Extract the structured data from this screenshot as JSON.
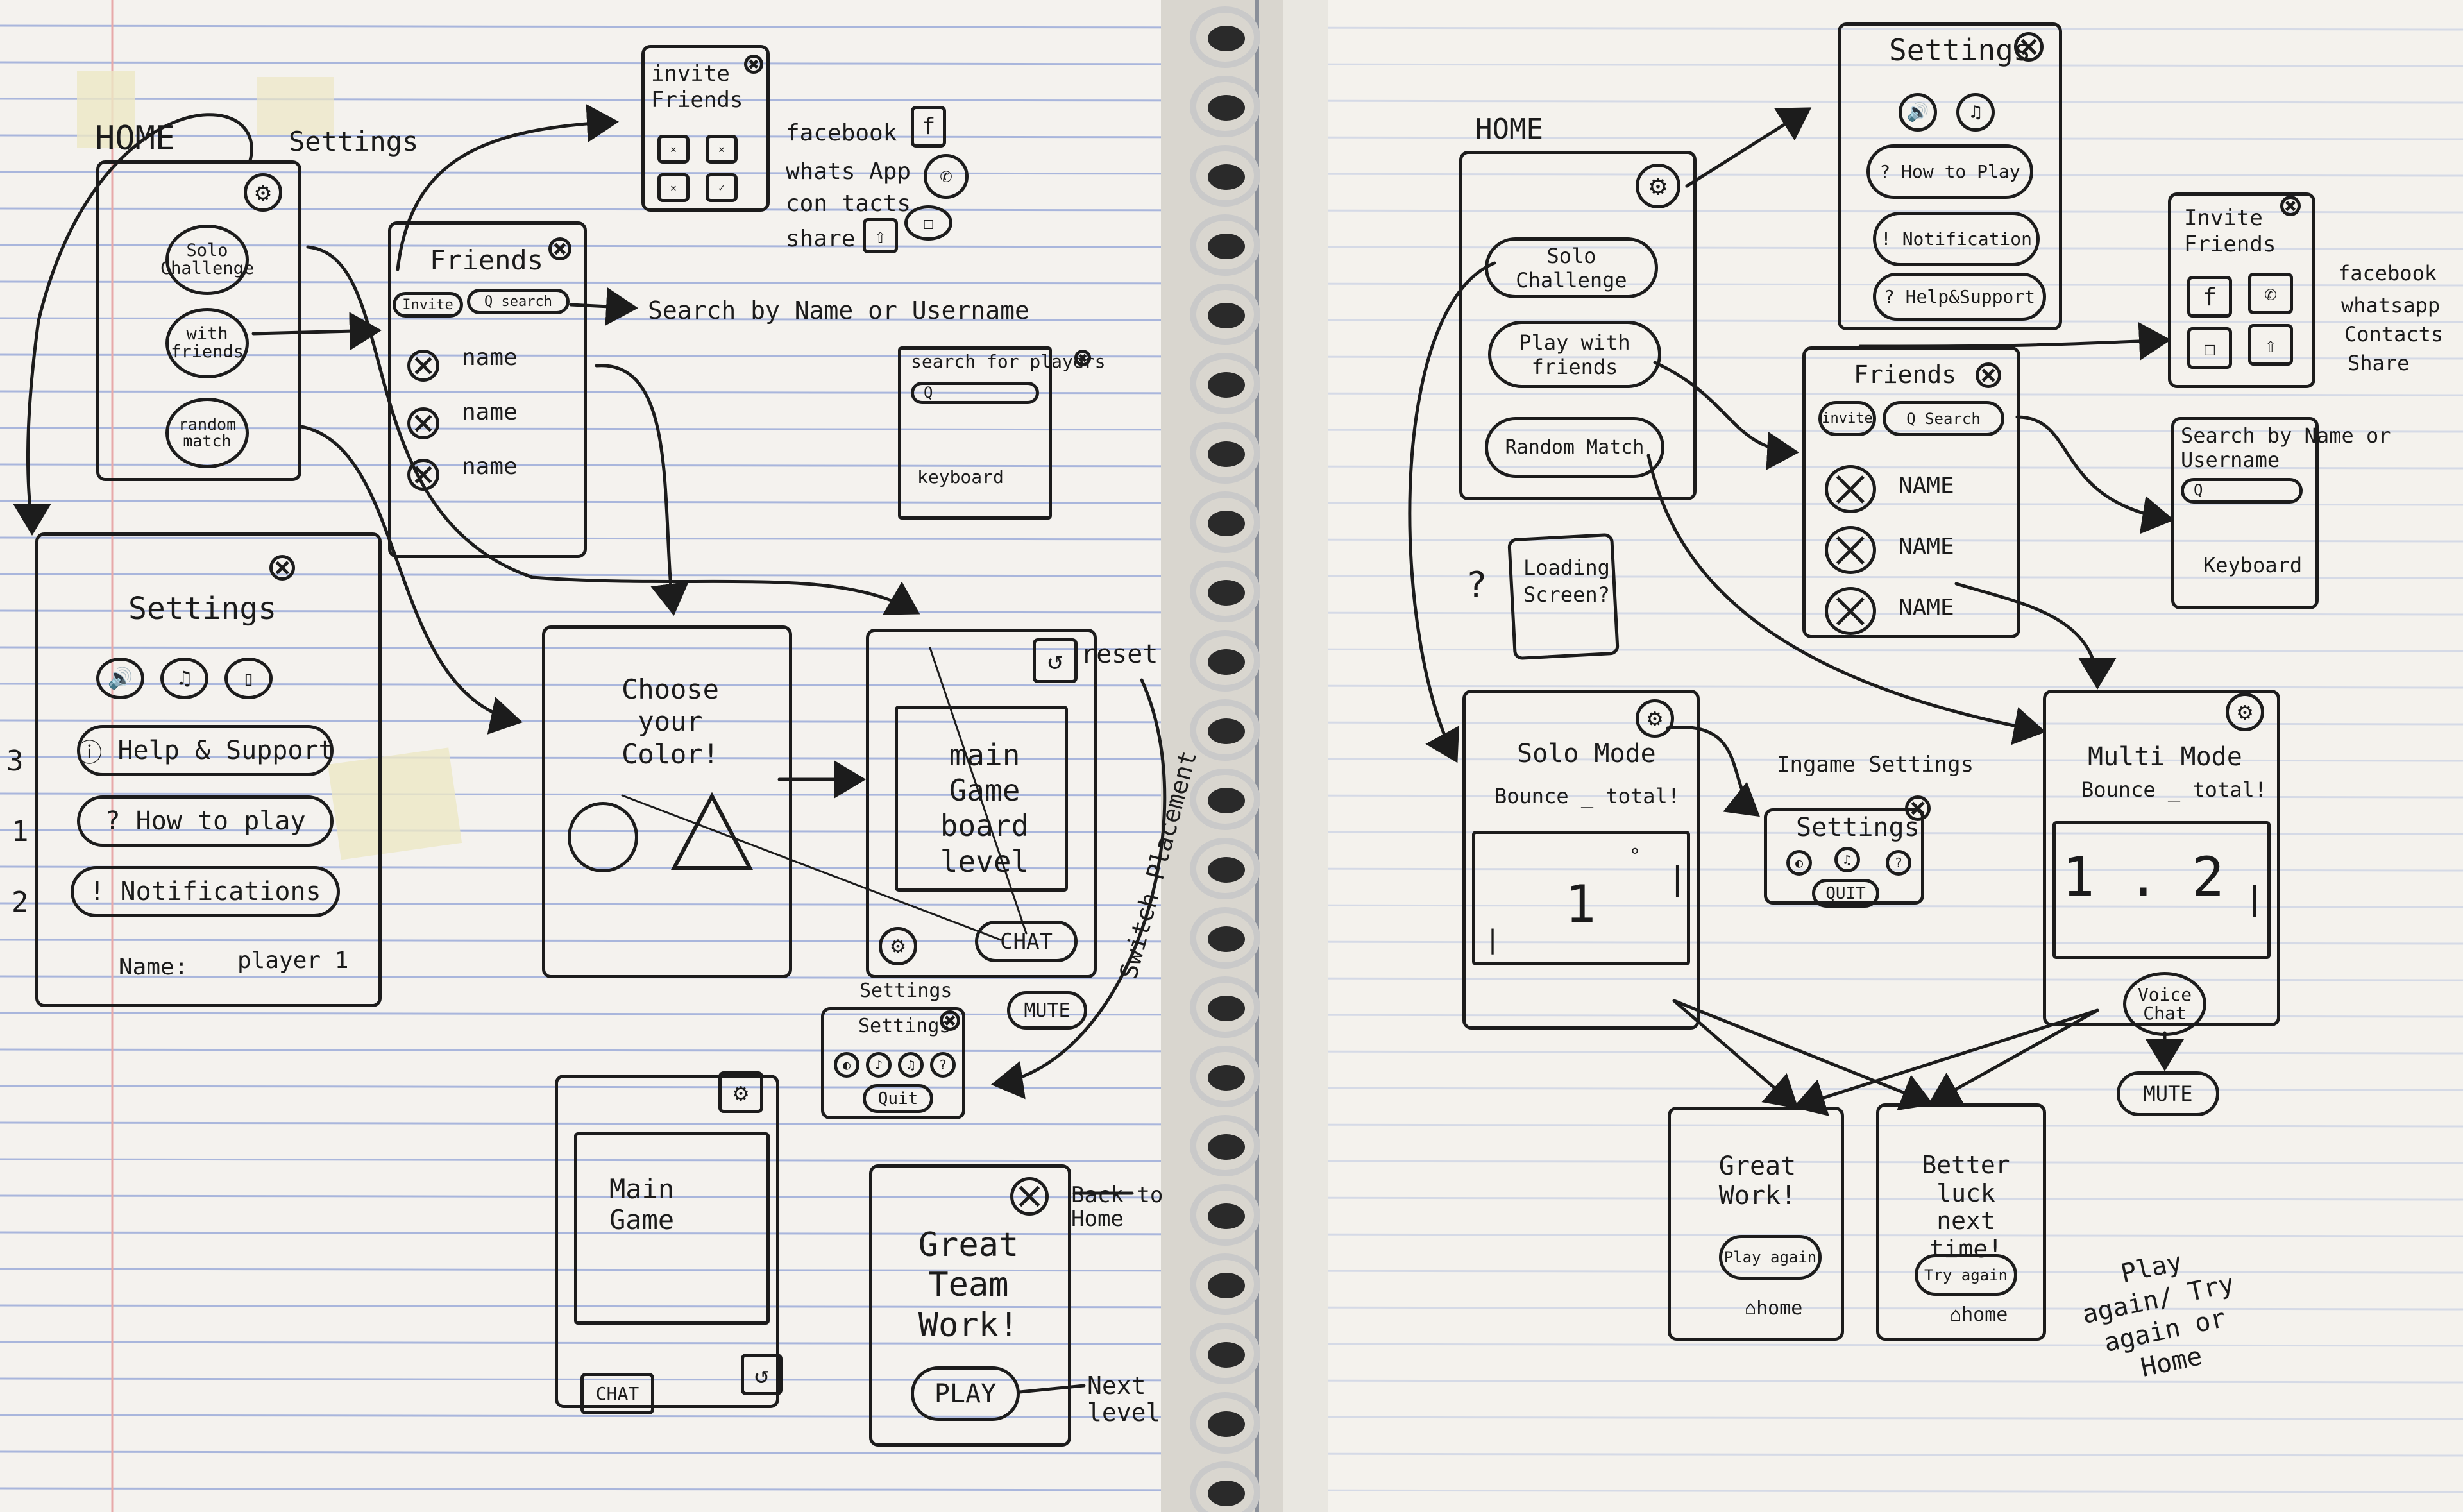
{
  "colors": {
    "paper": "#f4f2ee",
    "rule": "#a9b6dc",
    "margin": "#e7a9a9",
    "ink": "#1c1c1c",
    "tape": "#ece7c4",
    "spiral": "#c9c9c9"
  },
  "left": {
    "home": {
      "title": "HOME",
      "settings_label": "Settings",
      "solo": "Solo Challenge",
      "friends": "with friends",
      "random": "random match"
    },
    "invite": {
      "title": "invite Friends",
      "facebook": "facebook",
      "whatsapp": "whats App",
      "contacts": "con tacts",
      "share": "share"
    },
    "friends": {
      "title": "Friends",
      "invite_tab": "Invite",
      "search_tab": "Q search",
      "search_note": "Search by Name or Username",
      "rows": [
        "name",
        "name",
        "name"
      ]
    },
    "search_sketch": {
      "label": "search for players",
      "field": "Q",
      "keyboard": "keyboard"
    },
    "settings": {
      "title": "Settings",
      "help": "Help & Support",
      "how_to": "How to play",
      "notifications": "Notifications",
      "name_label": "Name:",
      "name_value": "player 1",
      "num_3": "3",
      "num_1": "1",
      "num_2": "2"
    },
    "choose": {
      "text": "Choose your Color!"
    },
    "game": {
      "board": "main Game board level",
      "reset": "reset",
      "chat": "CHAT",
      "mute": "MUTE",
      "switch": "Switch Placement",
      "settings_label": "Settings",
      "popup_title": "Settings",
      "quit": "Quit"
    },
    "main2": {
      "board": "Main Game",
      "chat": "CHAT"
    },
    "great": {
      "text": "Great Team Work!",
      "play": "PLAY",
      "back_home": "Back to Home",
      "next_level": "Next level"
    }
  },
  "right": {
    "home": {
      "title": "HOME",
      "solo": "Solo Challenge",
      "play": "Play with friends",
      "random": "Random Match"
    },
    "settings": {
      "title": "Settings",
      "how_to": "How to Play",
      "notification": "Notification",
      "help": "Help&Support"
    },
    "invite": {
      "title": "Invite Friends",
      "facebook": "facebook",
      "whatsapp": "whatsapp",
      "contacts": "Contacts",
      "share": "Share"
    },
    "friends": {
      "title": "Friends",
      "invite_tab": "invite",
      "search_tab": "Q Search",
      "rows": [
        "NAME",
        "NAME",
        "NAME"
      ]
    },
    "search": {
      "title": "Search by Name or Username",
      "field": "Q",
      "keyboard": "Keyboard"
    },
    "loading": {
      "q": "?",
      "text": "Loading Screen?"
    },
    "solo_mode": {
      "title": "Solo Mode",
      "subtitle": "Bounce _ total!",
      "score": "1"
    },
    "ingame": {
      "label": "Ingame Settings",
      "title": "Settings",
      "quit": "QUIT"
    },
    "multi_mode": {
      "title": "Multi Mode",
      "subtitle": "Bounce _ total!",
      "score": "1 . 2",
      "voice": "Voice Chat",
      "mute": "MUTE"
    },
    "great": {
      "text": "Great Work!",
      "play": "Play again",
      "home": "home"
    },
    "better": {
      "text": "Better luck next time!",
      "try": "Try again",
      "home": "home"
    },
    "note": {
      "text": "Play again/ Try again or Home"
    }
  }
}
